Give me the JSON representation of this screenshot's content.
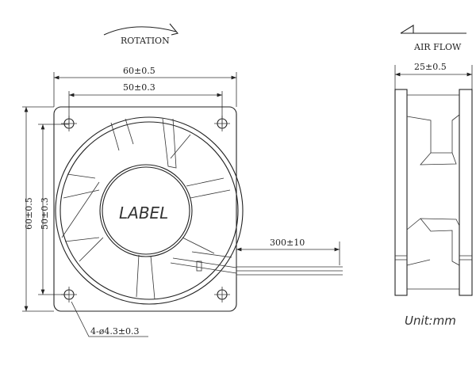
{
  "title": "Fan dimension drawing",
  "front_view": {
    "rotation_label": "ROTATION",
    "width_outer": "60±0.5",
    "width_holes": "50±0.3",
    "height_outer": "60±0.5",
    "height_holes": "50±0.3",
    "hub_label": "LABEL",
    "holes_callout": "4-ø4.3±0.3",
    "cable_length": "300±10"
  },
  "side_view": {
    "airflow_label": "AIR FLOW",
    "depth": "25±0.5",
    "unit": "Unit:mm"
  }
}
